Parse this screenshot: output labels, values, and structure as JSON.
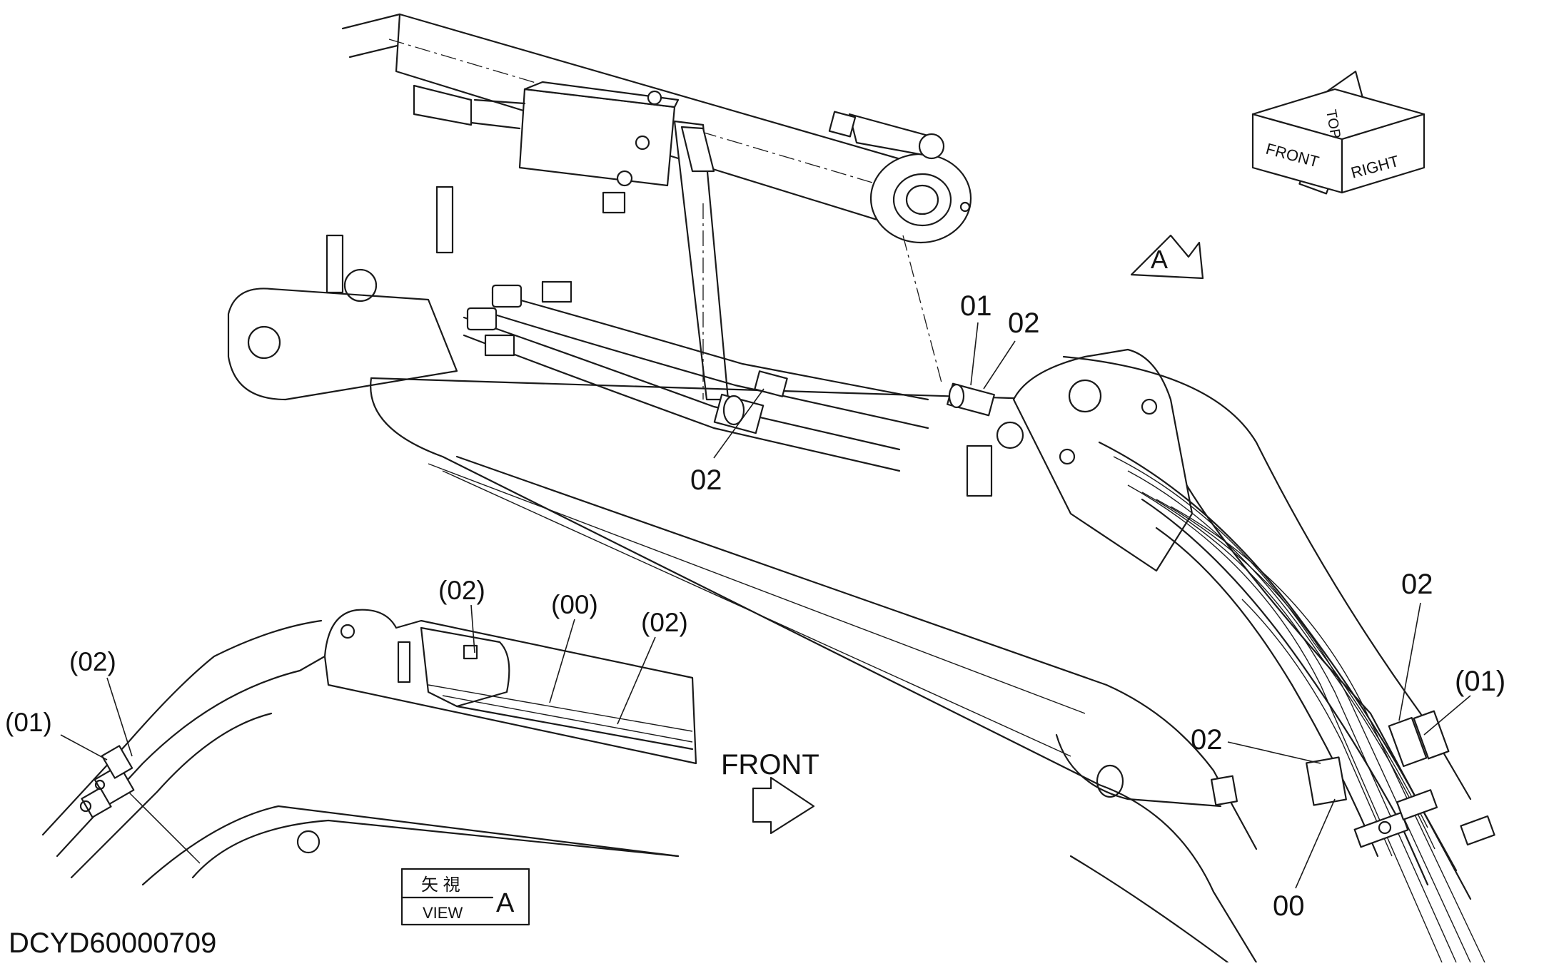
{
  "drawing_id": "DCYD60000709",
  "view_marker": "A",
  "view_box": {
    "kanji": "矢 視",
    "view": "VIEW",
    "letter": "A"
  },
  "front_arrow_label": "FRONT",
  "orientation_cube": {
    "front": "FRONT",
    "top": "TOP",
    "right": "RIGHT"
  },
  "callouts": {
    "main_01": "01",
    "main_02_top": "02",
    "main_02_mid": "02",
    "main_02_right_top": "02",
    "main_02_right_mid": "02",
    "main_01_paren_right": "(01)",
    "main_00_bottom": "00",
    "inset_02_top": "(02)",
    "inset_00": "(00)",
    "inset_02_right": "(02)",
    "inset_02_left": "(02)",
    "inset_01_left": "(01)"
  }
}
